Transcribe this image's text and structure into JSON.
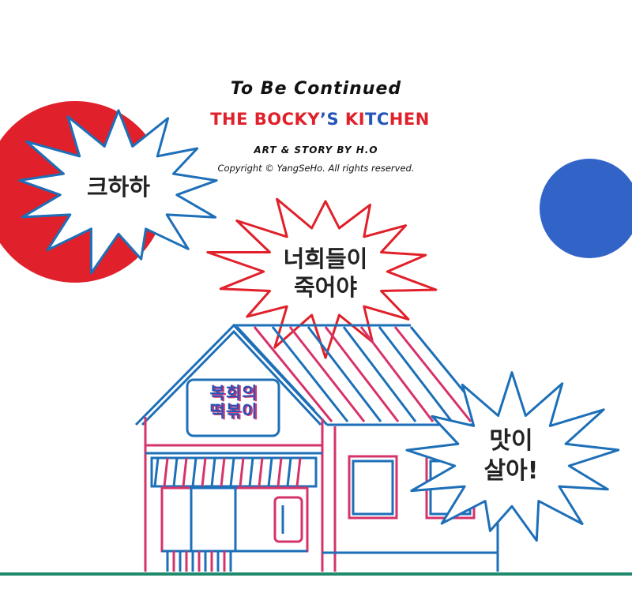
{
  "header": {
    "continued": "To Be Continued",
    "title_parts": [
      {
        "text": "THE BOCKY",
        "color": "red"
      },
      {
        "text": "’S",
        "color": "blue"
      },
      {
        "text": " KI",
        "color": "red"
      },
      {
        "text": "TC",
        "color": "blue"
      },
      {
        "text": "HEN",
        "color": "red"
      }
    ],
    "credit": "ART & STORY BY H.O",
    "copyright": "Copyright © YangSeHo. All rights reserved."
  },
  "bubbles": {
    "left": "크하하",
    "center_line1": "너희들이",
    "center_line2": "죽어야",
    "right_line1": "맛이",
    "right_line2": "살아!"
  },
  "sign": {
    "line1": "복희의",
    "line2": "떡볶이"
  },
  "colors": {
    "red": "#e0202a",
    "blue": "#2455b8",
    "pink": "#d6336a",
    "green": "#1f8a6e",
    "text": "#222222"
  }
}
